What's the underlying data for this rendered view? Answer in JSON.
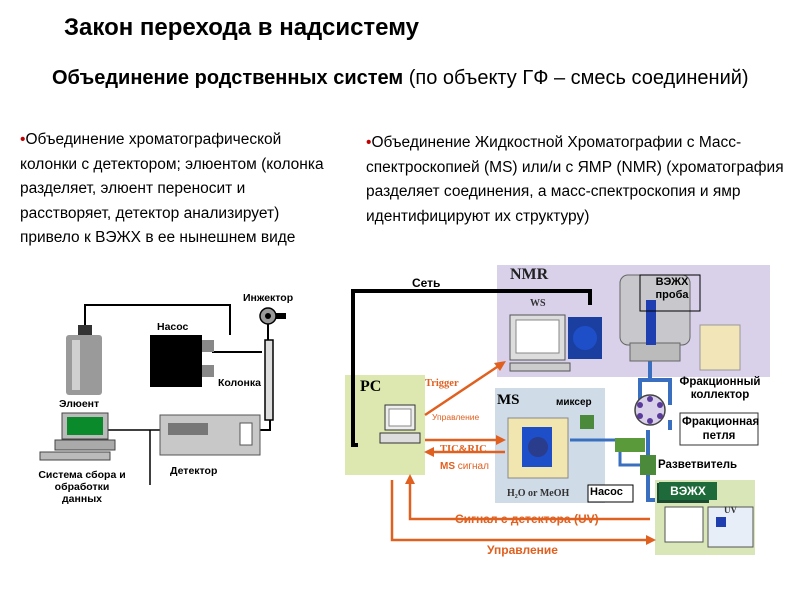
{
  "title": "Закон перехода в надсистему",
  "subtitle": {
    "bold": "Объединение родственных систем",
    "rest": " (по объекту ГФ – смесь соединений)"
  },
  "left_text": "Объединение хроматографической колонки с детектором; элюентом (колонка разделяет, элюент переносит и расстворяет, детектор анализирует) привело к ВЭЖХ в ее нынешнем виде",
  "right_text": "Объединение Жидкостной  Хроматографии с Масс-спектроскопией (MS) или/и с ЯМР (NMR) (хроматография разделяет соединения, а масс-спектроскопия и ямр идентифицируют их структуру)",
  "left_diagram": {
    "injector": "Инжектор",
    "pump": "Насос",
    "column": "Колонка",
    "eluent": "Элюент",
    "detector": "Детектор",
    "system": "Система сбора и обработки данных"
  },
  "right_diagram": {
    "network": "Сеть",
    "nmr": "NMR",
    "ws": "WS",
    "hplc_probe": "ВЭЖХ проба",
    "pc": "PC",
    "trigger": "Trigger",
    "control_small": "Управление",
    "ticric": "TIC&RIC",
    "ms_signal_ms": "MS",
    "ms_signal": "сигнал",
    "ms": "MS",
    "mixer": "миксер",
    "solvent": "H₂O or MeOH",
    "pump": "Насос",
    "fraction_collector": "Фракционный коллектор",
    "fraction_loop": "Фракционная петля",
    "splitter": "Разветвитель",
    "hplc": "ВЭЖХ",
    "uv": "UV",
    "detector_signal": "Сигнал с детектора (UV)",
    "control": "Управление"
  }
}
